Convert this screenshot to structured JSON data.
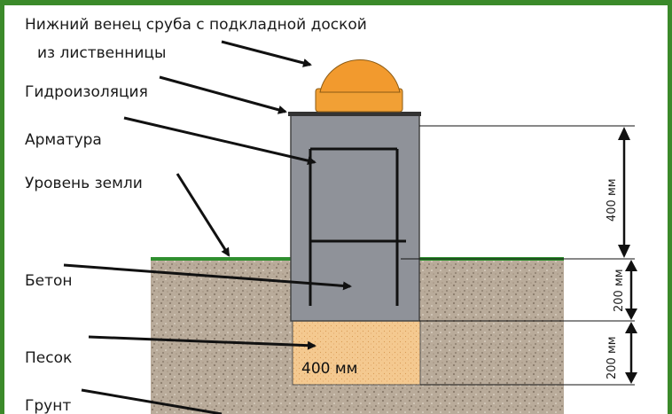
{
  "labels": {
    "bottom_crown_line1": "Нижний венец сруба с подкладной доской",
    "bottom_crown_line2": "из лиственницы",
    "waterproofing": "Гидроизоляция",
    "rebar": "Арматура",
    "ground_level": "Уровень земли",
    "concrete": "Бетон",
    "sand": "Песок",
    "soil": "Грунт"
  },
  "dimensions": {
    "above_ground": "400 мм",
    "below_ground": "200 мм",
    "sand_layer": "200 мм",
    "sand_width": "400 мм"
  },
  "colors": {
    "frame_green": "#3b8a2a",
    "soil": "#b7a998",
    "concrete": "#8f9299",
    "sand": "#f4c990",
    "log": "#f1a035",
    "ground_line": "#2f8f2f"
  }
}
